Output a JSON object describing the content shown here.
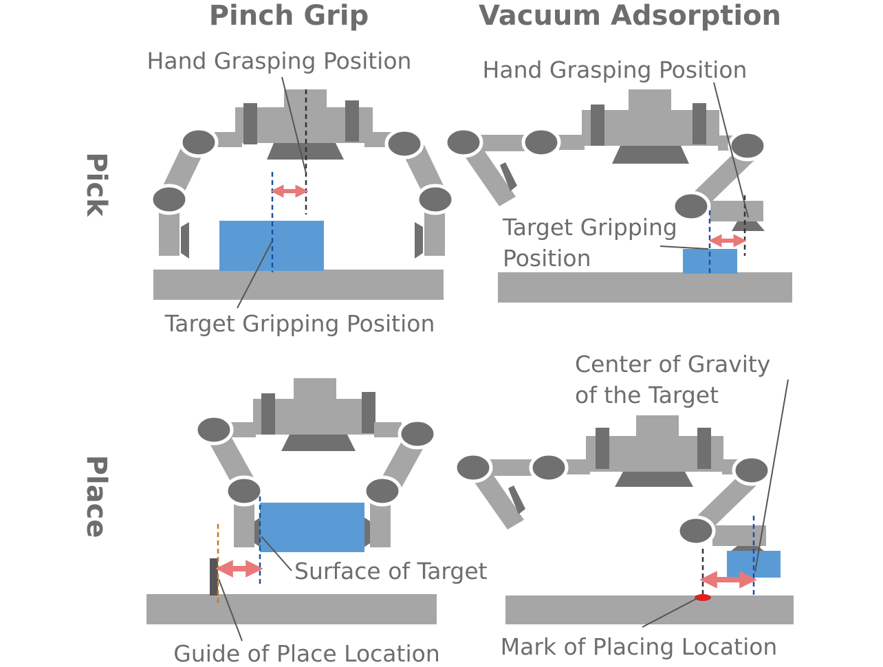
{
  "columns": {
    "pinch": "Pinch Grip",
    "vacuum": "Vacuum Adsorption"
  },
  "rows": {
    "pick": "Pick",
    "place": "Place"
  },
  "labels": {
    "pinch_pick_hand": "Hand Grasping Position",
    "pinch_pick_target": "Target Gripping Position",
    "vacuum_pick_hand": "Hand Grasping Position",
    "vacuum_pick_target_1": "Target Gripping",
    "vacuum_pick_target_2": "Position",
    "pinch_place_surface": "Surface of Target",
    "pinch_place_guide": "Guide of Place Location",
    "vacuum_place_cog_1": "Center of Gravity",
    "vacuum_place_cog_2": "of the Target",
    "vacuum_place_mark": "Mark of Placing Location"
  },
  "colors": {
    "arm": "#a6a6a6",
    "joint": "#707070",
    "block": "#5b9bd5",
    "arrow": "#e8787a",
    "guide_dash": "#1f4fa0",
    "guide_dash_orange": "#c07a20",
    "table": "#a6a6a6",
    "text": "#6d6d6d"
  }
}
